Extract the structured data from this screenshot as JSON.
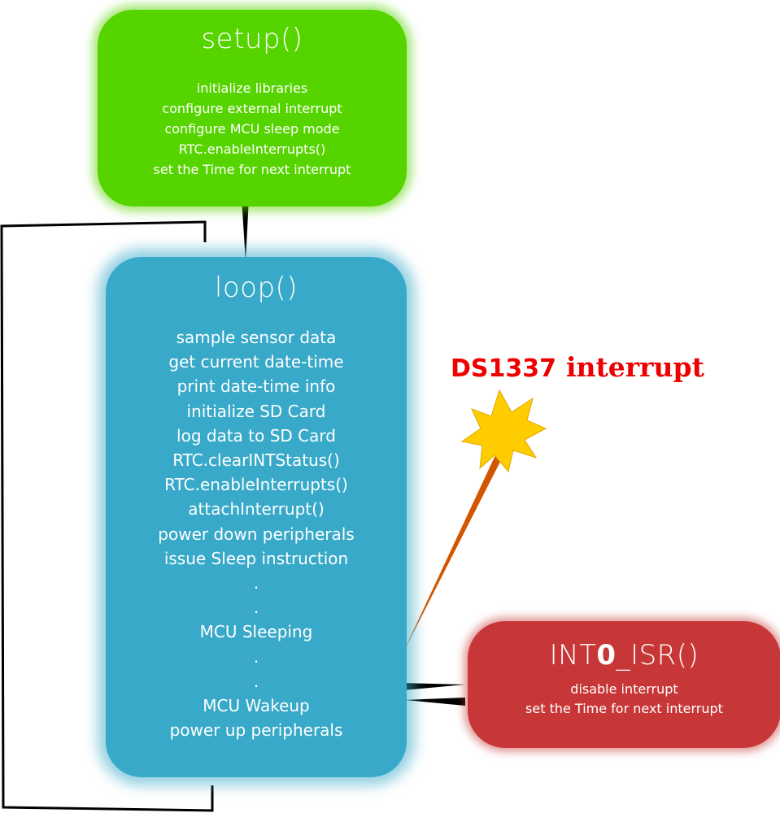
{
  "setup": {
    "title": "setup()",
    "lines": [
      "initialize libraries",
      "configure external interrupt",
      "configure MCU sleep mode",
      "RTC.enableInterrupts()",
      "set the Time for next interrupt"
    ]
  },
  "loop": {
    "title": "loop()",
    "lines": [
      "sample sensor data",
      "get current date-time",
      "print date-time info",
      "initialize SD Card",
      "log data to SD Card",
      "RTC.clearINTStatus()",
      "RTC.enableInterrupts()",
      "attachInterrupt()",
      "power down peripherals",
      "issue Sleep instruction",
      ".",
      ".",
      "MCU Sleeping",
      ".",
      ".",
      "MCU Wakeup",
      "power up peripherals"
    ]
  },
  "isr": {
    "title_prefix": "INT",
    "title_bold": "0",
    "title_suffix": "_ISR()",
    "lines": [
      "disable interrupt",
      "set the Time for next interrupt"
    ]
  },
  "interrupt_label": {
    "part1": "DS1337",
    "part2": "interrupt"
  },
  "colors": {
    "setup_fill": "#56d400",
    "loop_fill": "#38a9c9",
    "isr_fill": "#c83737",
    "label_red": "#ee0000",
    "star_yellow": "#ffcc00",
    "bolt_orange": "#d45500"
  }
}
